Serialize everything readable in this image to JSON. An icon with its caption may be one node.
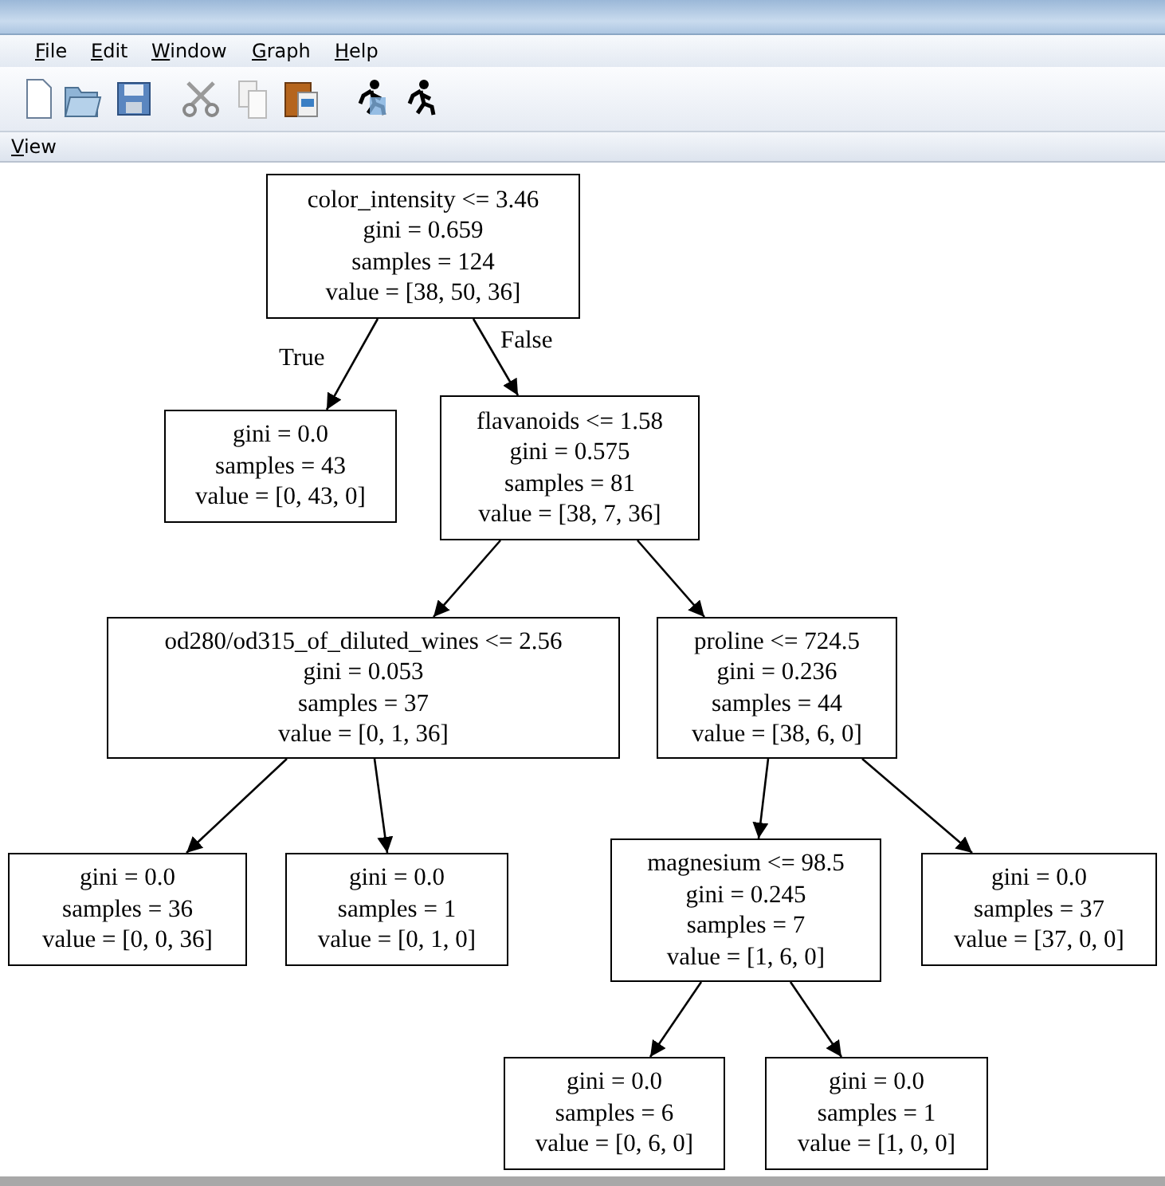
{
  "diagram": {
    "nodes": [
      {
        "text": [
          "color_intensity <= 3.46",
          "gini = 0.659",
          "samples = 124",
          "value = [38, 50, 36]"
        ]
      },
      {
        "text": [
          "gini = 0.0",
          "samples = 43",
          "value = [0, 43, 0]"
        ]
      },
      {
        "text": [
          "flavanoids <= 1.58",
          "gini = 0.575",
          "samples = 81",
          "value = [38, 7, 36]"
        ]
      },
      {
        "text": [
          "od280/od315_of_diluted_wines <= 2.56",
          "gini = 0.053",
          "samples = 37",
          "value = [0, 1, 36]"
        ]
      },
      {
        "text": [
          "proline <= 724.5",
          "gini = 0.236",
          "samples = 44",
          "value = [38, 6, 0]"
        ]
      },
      {
        "text": [
          "gini = 0.0",
          "samples = 36",
          "value = [0, 0, 36]"
        ]
      },
      {
        "text": [
          "gini = 0.0",
          "samples = 1",
          "value = [0, 1, 0]"
        ]
      },
      {
        "text": [
          "magnesium <= 98.5",
          "gini = 0.245",
          "samples = 7",
          "value = [1, 6, 0]"
        ]
      },
      {
        "text": [
          "gini = 0.0",
          "samples = 37",
          "value = [37, 0, 0]"
        ]
      },
      {
        "text": [
          "gini = 0.0",
          "samples = 6",
          "value = [0, 6, 0]"
        ]
      },
      {
        "text": [
          "gini = 0.0",
          "samples = 1",
          "value = [1, 0, 0]"
        ]
      }
    ],
    "edges": [
      {
        "from": 0,
        "to": 1,
        "arrow": "to",
        "label": "True"
      },
      {
        "from": 0,
        "to": 2,
        "arrow": "to",
        "label": "False"
      },
      {
        "from": 2,
        "to": 3,
        "arrow": "to"
      },
      {
        "from": 2,
        "to": 4,
        "arrow": "to"
      },
      {
        "from": 3,
        "to": 5,
        "arrow": "to"
      },
      {
        "from": 3,
        "to": 6,
        "arrow": "to"
      },
      {
        "from": 4,
        "to": 7,
        "arrow": "to"
      },
      {
        "from": 4,
        "to": 8,
        "arrow": "to"
      },
      {
        "from": 7,
        "to": 9,
        "arrow": "to"
      },
      {
        "from": 7,
        "to": 10,
        "arrow": "to"
      }
    ],
    "labels": [
      "File",
      "Edit",
      "Window",
      "Graph",
      "Help",
      "View"
    ]
  }
}
